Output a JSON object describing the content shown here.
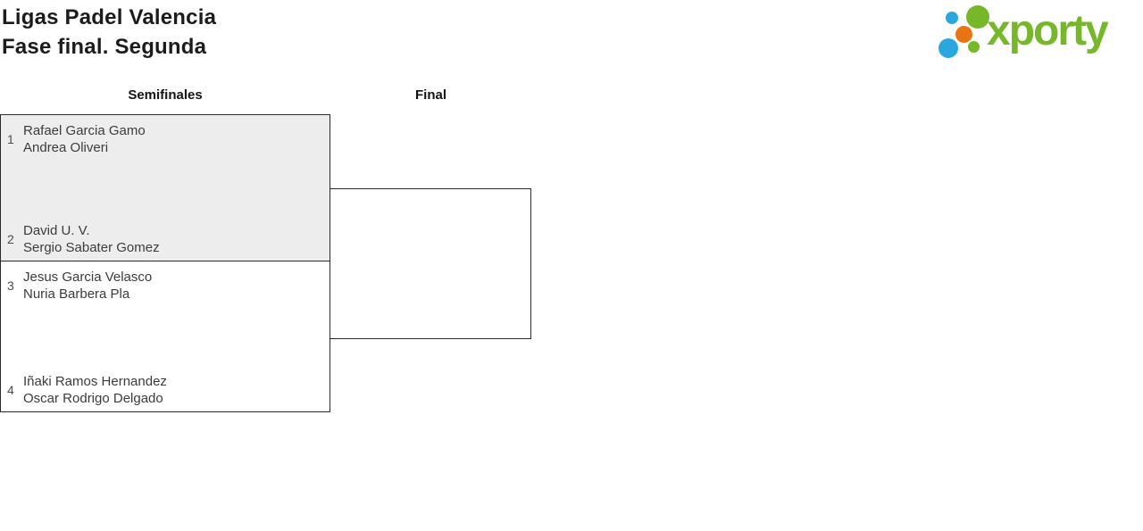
{
  "header": {
    "title_line1": "Ligas Padel Valencia",
    "title_line2": "Fase final. Segunda"
  },
  "logo": {
    "text": "xporty",
    "colors": {
      "green": "#76b82a",
      "blue": "#29a8e0",
      "orange": "#e87511"
    }
  },
  "bracket": {
    "rounds": [
      {
        "label": "Semifinales"
      },
      {
        "label": "Final"
      }
    ],
    "matches": [
      {
        "round": "Semifinales",
        "teams": [
          {
            "seed": "1",
            "players": [
              "Rafael Garcia Gamo",
              "Andrea Oliveri"
            ]
          },
          {
            "seed": "2",
            "players": [
              "David U. V.",
              "Sergio Sabater Gomez"
            ]
          }
        ]
      },
      {
        "round": "Semifinales",
        "teams": [
          {
            "seed": "3",
            "players": [
              "Jesus Garcia Velasco",
              "Nuria Barbera Pla"
            ]
          },
          {
            "seed": "4",
            "players": [
              "Iñaki Ramos Hernandez",
              "Oscar Rodrigo Delgado"
            ]
          }
        ]
      },
      {
        "round": "Final",
        "teams": []
      }
    ],
    "colors": {
      "box_border": "#2b2b2b",
      "highlight_fill": "#ededed",
      "text": "#3c3c3c"
    }
  }
}
